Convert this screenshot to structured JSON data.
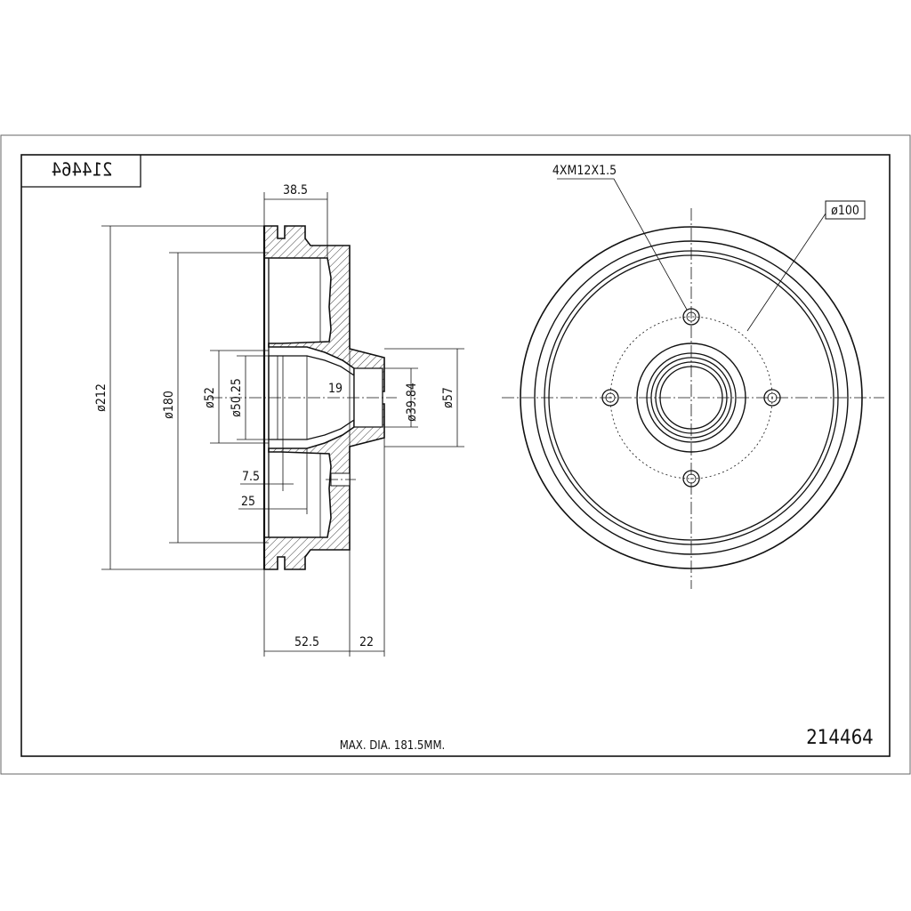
{
  "part_number": "214464",
  "part_number_mirrored": "214464",
  "note": "MAX. DIA. 181.5MM.",
  "dimensions": {
    "width_top": "38.5",
    "dia_212": "ø212",
    "dia_180": "ø180",
    "dia_52": "ø52",
    "dia_50_25": "ø50.25",
    "inner_19": "19",
    "dia_39_84": "ø39.84",
    "dia_57": "ø57",
    "len_7_5": "7.5",
    "len_25": "25",
    "len_52_5": "52.5",
    "len_22": "22"
  },
  "callouts": {
    "bolt_holes": "4XM12X1.5",
    "pcd": "ø100"
  }
}
